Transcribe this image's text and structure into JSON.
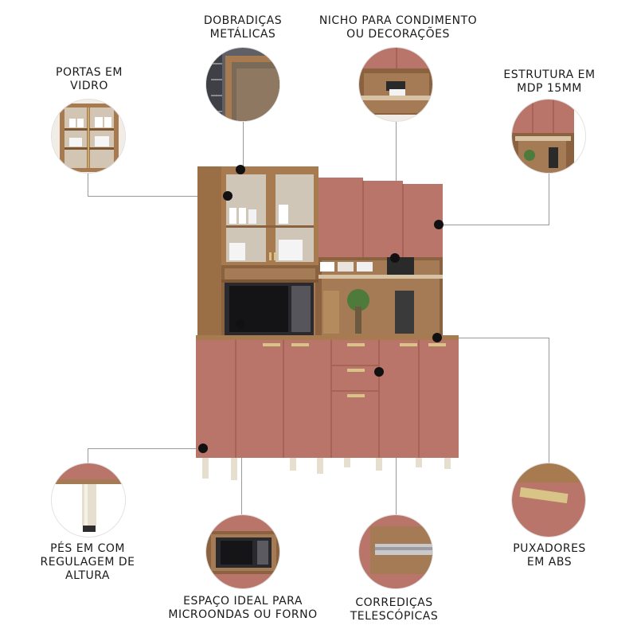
{
  "features": {
    "glass_doors": [
      "PORTAS EM",
      "VIDRO"
    ],
    "metal_hinges": [
      "DOBRADIÇAS",
      "METÁLICAS"
    ],
    "spice_niche": [
      "NICHO PARA CONDIMENTO",
      "OU DECORAÇÕES"
    ],
    "structure": [
      "ESTRUTURA EM",
      "MDP 15MM"
    ],
    "adjustable_feet": [
      "PÉS EM COM",
      "REGULAGEM DE",
      "ALTURA"
    ],
    "microwave_space": [
      "ESPAÇO IDEAL PARA",
      "MICROONDAS OU FORNO"
    ],
    "telescopic_slides": [
      "CORREDIÇAS",
      "TELESCÓPICAS"
    ],
    "abs_handles": [
      "PUXADORES",
      "EM ABS"
    ]
  },
  "colors": {
    "terracotta": "#b9756a",
    "terracotta_dark": "#a86358",
    "wood": "#a87a4f",
    "wood_dark": "#7d5633",
    "leader": "#9a9a9a",
    "dot": "#111111"
  }
}
